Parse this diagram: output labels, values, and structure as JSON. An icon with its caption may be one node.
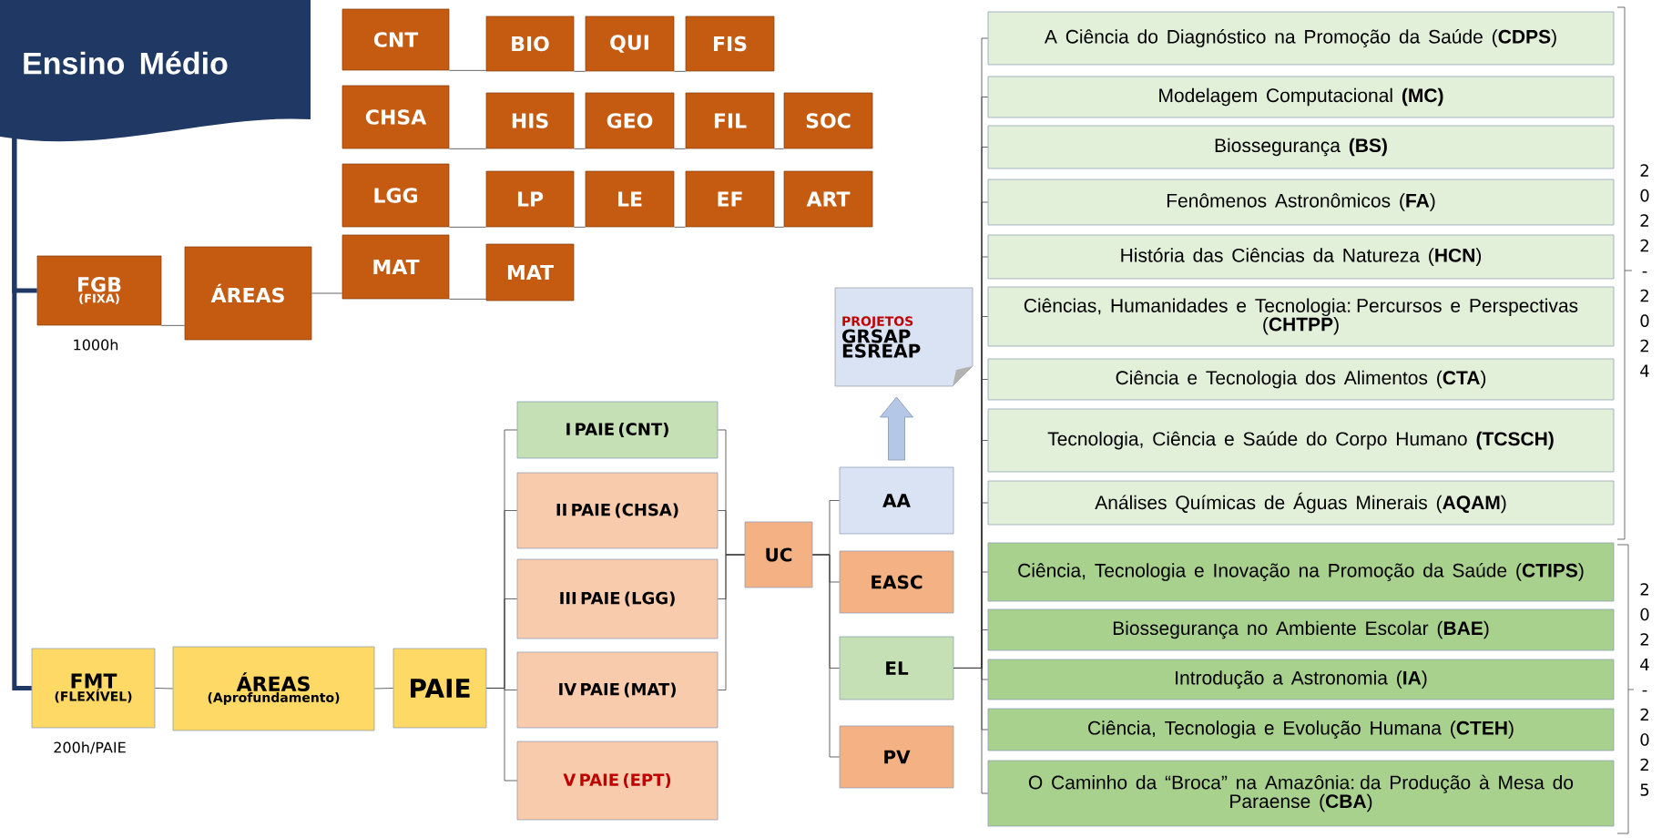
{
  "diagram": {
    "nodes": [
      {
        "text": [
          "Ensino Médio"
        ]
      },
      {
        "text": [
          "FGB",
          "(FIXA)"
        ],
        "beside": [
          "1000h"
        ]
      },
      {
        "text": [
          "ÁREAS"
        ]
      },
      {
        "text": [
          "CNT"
        ]
      },
      {
        "text": [
          "BIO"
        ]
      },
      {
        "text": [
          "QUI"
        ]
      },
      {
        "text": [
          "FIS"
        ]
      },
      {
        "text": [
          "CHSA"
        ]
      },
      {
        "text": [
          "HIS"
        ]
      },
      {
        "text": [
          "GEO"
        ]
      },
      {
        "text": [
          "FIL"
        ]
      },
      {
        "text": [
          "SOC"
        ]
      },
      {
        "text": [
          "LGG"
        ]
      },
      {
        "text": [
          "LP"
        ]
      },
      {
        "text": [
          "LE"
        ]
      },
      {
        "text": [
          "EF"
        ]
      },
      {
        "text": [
          "ART"
        ]
      },
      {
        "text": [
          "MAT"
        ]
      },
      {
        "text": [
          "MAT"
        ]
      },
      {
        "text": [
          "FMT",
          "(FLEXÍVEL)"
        ],
        "beside": [
          "200h/PAIE"
        ]
      },
      {
        "text": [
          "ÁREAS",
          "(Aprofundamento)"
        ]
      },
      {
        "text": [
          "PAIE"
        ]
      },
      {
        "text": [
          "I PAIE (CNT)"
        ]
      },
      {
        "text": [
          "II PAIE (CHSA)"
        ]
      },
      {
        "text": [
          "III PAIE (LGG)"
        ]
      },
      {
        "text": [
          "IV PAIE (MAT)"
        ]
      },
      {
        "text": [
          "V PAIE (EPT)"
        ]
      },
      {
        "text": [
          "UC"
        ]
      },
      {
        "text": [
          "PROJETOS",
          "GRSAP",
          "ESREAP"
        ]
      },
      {
        "text": [
          "AA"
        ]
      },
      {
        "text": [
          "EASC"
        ]
      },
      {
        "text": [
          "EL"
        ]
      },
      {
        "text": [
          "PV"
        ]
      },
      {
        "text": [
          "A Ciência do Diagnóstico na Promoção da Saúde (**CDPS**)"
        ]
      },
      {
        "text": [
          "Modelagem Computacional **(MC)**"
        ]
      },
      {
        "text": [
          "Biossegurança **(BS)**"
        ]
      },
      {
        "text": [
          "Fenômenos Astronômicos (**FA**)"
        ]
      },
      {
        "text": [
          "História das Ciências da Natureza (**HCN**)"
        ]
      },
      {
        "text": [
          "Ciências, Humanidades e Tecnologia: Percursos e Perspectivas (**CHTPP**)"
        ]
      },
      {
        "text": [
          "Ciência e Tecnologia dos Alimentos (**CTA**)"
        ]
      },
      {
        "text": [
          "Tecnologia, Ciência e Saúde do Corpo Humano **(TCSCH)**"
        ]
      },
      {
        "text": [
          "Análises Químicas de Águas Minerais (**AQAM**)"
        ]
      },
      {
        "text": [
          "Ciência, Tecnologia e Inovação na Promoção da Saúde (**CTIPS**)"
        ]
      },
      {
        "text": [
          "Biossegurança no Ambiente Escolar (**BAE**)"
        ]
      },
      {
        "text": [
          "Introdução a Astronomia (**IA**)"
        ]
      },
      {
        "text": [
          "Ciência, Tecnologia e Evolução Humana (**CTEH**)"
        ]
      },
      {
        "text": [
          "O Caminho da “Broca” na Amazônia: da Produção à Mesa do Paraense (**CBA**)"
        ]
      }
    ],
    "edges": [
      {
        "from": 0,
        "to": 1,
        "arrow": "none",
        "style": "thick",
        "color": "#1f3864"
      },
      {
        "from": 0,
        "to": 19,
        "arrow": "none",
        "style": "thick",
        "color": "#1f3864"
      },
      {
        "from": 1,
        "to": 2,
        "arrow": "none"
      },
      {
        "from": 2,
        "to": 17,
        "arrow": "none"
      },
      {
        "from": 3,
        "to": 4,
        "arrow": "none"
      },
      {
        "from": 4,
        "to": 5,
        "arrow": "none"
      },
      {
        "from": 5,
        "to": 6,
        "arrow": "none"
      },
      {
        "from": 7,
        "to": 8,
        "arrow": "none"
      },
      {
        "from": 8,
        "to": 9,
        "arrow": "none"
      },
      {
        "from": 9,
        "to": 10,
        "arrow": "none"
      },
      {
        "from": 10,
        "to": 11,
        "arrow": "none"
      },
      {
        "from": 12,
        "to": 13,
        "arrow": "none"
      },
      {
        "from": 13,
        "to": 14,
        "arrow": "none"
      },
      {
        "from": 14,
        "to": 15,
        "arrow": "none"
      },
      {
        "from": 15,
        "to": 16,
        "arrow": "none"
      },
      {
        "from": 17,
        "to": 18,
        "arrow": "none"
      },
      {
        "from": 19,
        "to": 20,
        "arrow": "none"
      },
      {
        "from": 20,
        "to": 21,
        "arrow": "none"
      },
      {
        "from": 21,
        "to": 22,
        "arrow": "none"
      },
      {
        "from": 21,
        "to": 23,
        "arrow": "none"
      },
      {
        "from": 21,
        "to": 24,
        "arrow": "none"
      },
      {
        "from": 21,
        "to": 25,
        "arrow": "none"
      },
      {
        "from": 21,
        "to": 26,
        "arrow": "none"
      },
      {
        "from": 22,
        "to": 27,
        "arrow": "none"
      },
      {
        "from": 23,
        "to": 27,
        "arrow": "none"
      },
      {
        "from": 24,
        "to": 27,
        "arrow": "none"
      },
      {
        "from": 25,
        "to": 27,
        "arrow": "none"
      },
      {
        "from": 27,
        "to": 29,
        "arrow": "none"
      },
      {
        "from": 27,
        "to": 30,
        "arrow": "none"
      },
      {
        "from": 27,
        "to": 31,
        "arrow": "none"
      },
      {
        "from": 27,
        "to": 32,
        "arrow": "none"
      },
      {
        "from": 29,
        "to": 28,
        "arrow": "to",
        "style": "thick",
        "color": "#b4c7e7"
      },
      {
        "from": 31,
        "to": 33,
        "arrow": "none"
      },
      {
        "from": 31,
        "to": 34,
        "arrow": "none"
      },
      {
        "from": 31,
        "to": 35,
        "arrow": "none"
      },
      {
        "from": 31,
        "to": 36,
        "arrow": "none"
      },
      {
        "from": 31,
        "to": 37,
        "arrow": "none"
      },
      {
        "from": 31,
        "to": 38,
        "arrow": "none"
      },
      {
        "from": 31,
        "to": 39,
        "arrow": "none"
      },
      {
        "from": 31,
        "to": 40,
        "arrow": "none"
      },
      {
        "from": 31,
        "to": 41,
        "arrow": "none"
      },
      {
        "from": 31,
        "to": 42,
        "arrow": "none"
      },
      {
        "from": 31,
        "to": 43,
        "arrow": "none"
      },
      {
        "from": 31,
        "to": 44,
        "arrow": "none"
      },
      {
        "from": 31,
        "to": 45,
        "arrow": "none"
      },
      {
        "from": 31,
        "to": 46,
        "arrow": "none"
      }
    ],
    "labels": [
      "2022-2024",
      "2024-2025"
    ]
  }
}
